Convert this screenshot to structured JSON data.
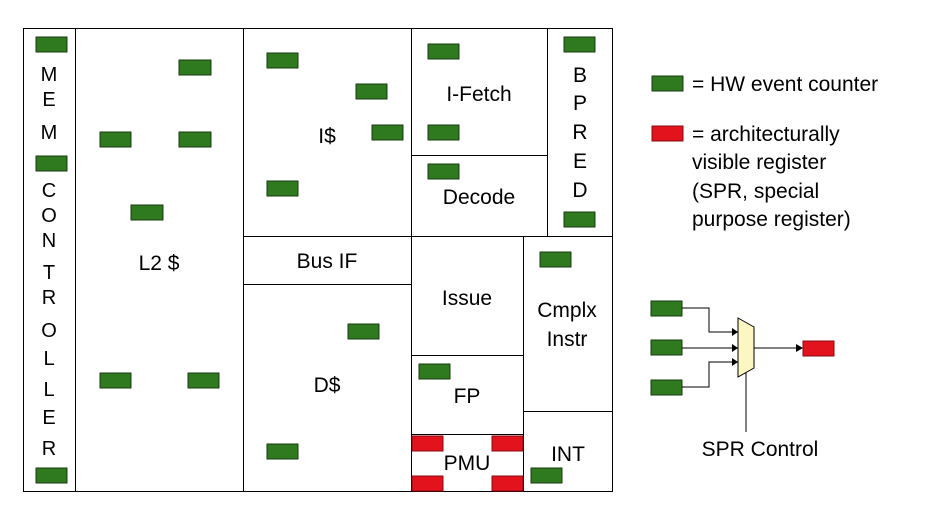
{
  "colors": {
    "hw_counter": "#2f7a1f",
    "arch_register": "#e3131e",
    "mux": "#fbf6c2"
  },
  "blocks": {
    "mem_controller": [
      "M",
      "E",
      "M",
      "C",
      "O",
      "N",
      "T",
      "R",
      "O",
      "L",
      "L",
      "E",
      "R"
    ],
    "l2": "L2 $",
    "icache": "I$",
    "ifetch": "I-Fetch",
    "bpred": [
      "B",
      "P",
      "R",
      "E",
      "D"
    ],
    "decode": "Decode",
    "bus_if": "Bus IF",
    "issue": "Issue",
    "cmplx_instr": [
      "Cmplx",
      "Instr"
    ],
    "dcache": "D$",
    "fp": "FP",
    "pmu": "PMU",
    "int": "INT"
  },
  "legend": {
    "hw": "= HW event counter",
    "arch": [
      "= architecturally",
      "visible register",
      "(SPR, special",
      "purpose register)"
    ]
  },
  "spr_control": "SPR Control"
}
